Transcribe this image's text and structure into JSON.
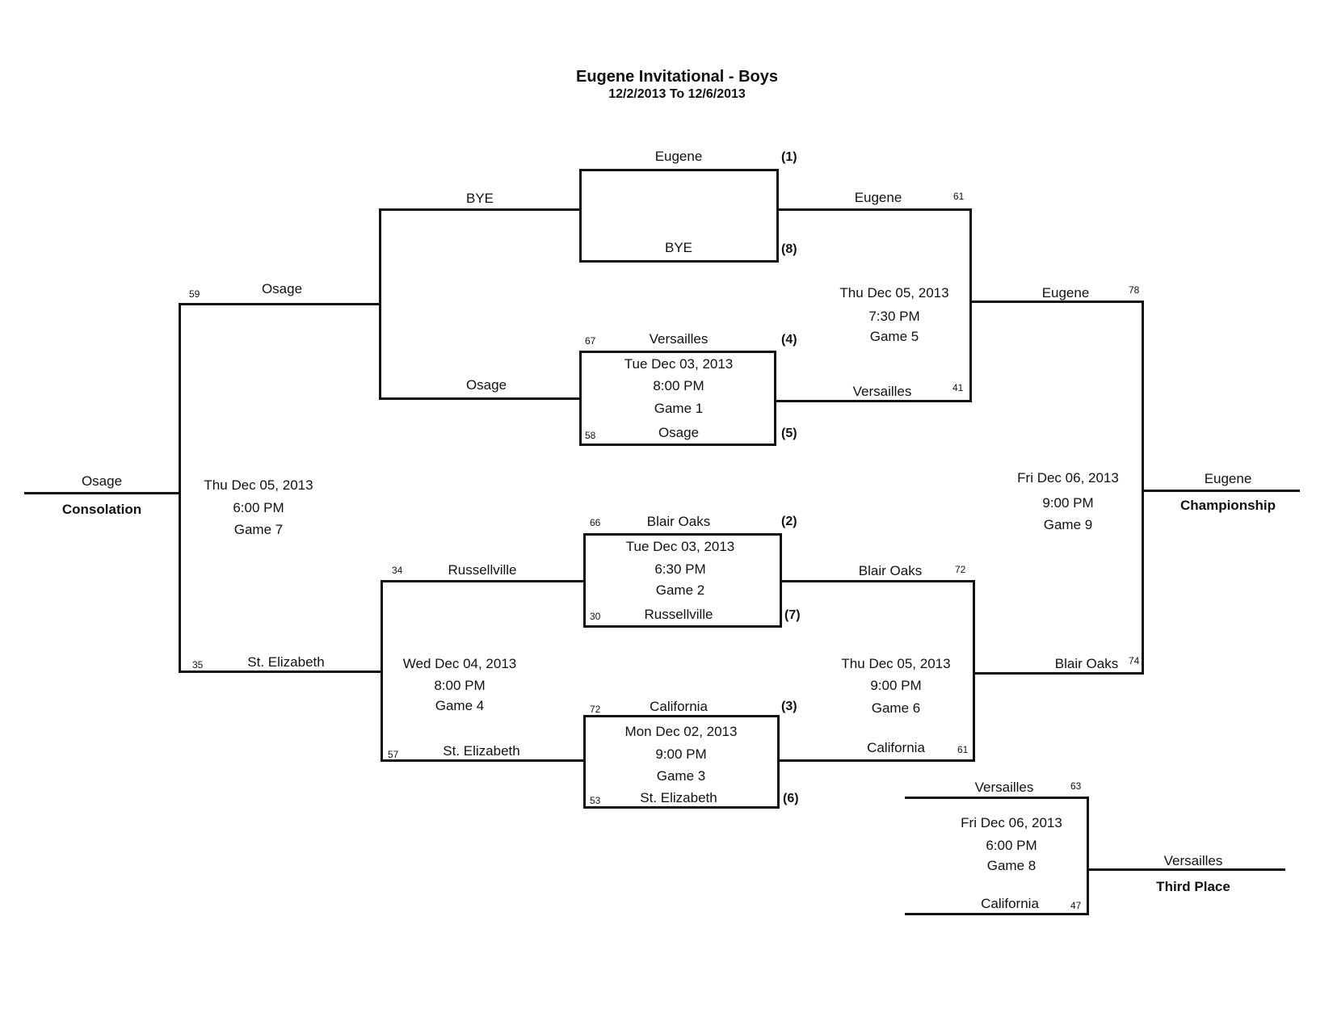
{
  "header": {
    "title": "Eugene Invitational - Boys",
    "dates": "12/2/2013 To 12/6/2013"
  },
  "seeds": {
    "s1": "(1)",
    "s8": "(8)",
    "s4": "(4)",
    "s5": "(5)",
    "s2": "(2)",
    "s7": "(7)",
    "s3": "(3)",
    "s6": "(6)"
  },
  "first_round": {
    "bye_top": "Eugene",
    "bye_bottom": "BYE",
    "g1": {
      "top_team": "Versailles",
      "top_score": "67",
      "date": "Tue Dec 03, 2013",
      "time": "8:00 PM",
      "game": "Game 1",
      "bottom_team": "Osage",
      "bottom_score": "58"
    },
    "g2": {
      "top_team": "Blair Oaks",
      "top_score": "66",
      "date": "Tue Dec 03, 2013",
      "time": "6:30 PM",
      "game": "Game 2",
      "bottom_team": "Russellville",
      "bottom_score": "30"
    },
    "g3": {
      "top_team": "California",
      "top_score": "72",
      "date": "Mon Dec 02, 2013",
      "time": "9:00 PM",
      "game": "Game 3",
      "bottom_team": "St. Elizabeth",
      "bottom_score": "53"
    }
  },
  "consolation_round1": {
    "top_team": "BYE",
    "bottom_team": "Osage",
    "g4": {
      "top_team": "Russellville",
      "top_score": "34",
      "date": "Wed Dec 04, 2013",
      "time": "8:00 PM",
      "game": "Game 4",
      "bottom_team": "St. Elizabeth",
      "bottom_score": "57"
    }
  },
  "game7": {
    "top_team": "Osage",
    "top_score": "59",
    "date": "Thu Dec 05, 2013",
    "time": "6:00 PM",
    "game": "Game 7",
    "bottom_team": "St. Elizabeth",
    "bottom_score": "35",
    "winner": "Osage",
    "label": "Consolation"
  },
  "game5": {
    "top_team": "Eugene",
    "top_score": "61",
    "date": "Thu Dec 05, 2013",
    "time": "7:30 PM",
    "game": "Game 5",
    "bottom_team": "Versailles",
    "bottom_score": "41"
  },
  "game6": {
    "top_team": "Blair Oaks",
    "top_score": "72",
    "date": "Thu Dec 05, 2013",
    "time": "9:00 PM",
    "game": "Game 6",
    "bottom_team": "California",
    "bottom_score": "61"
  },
  "game9": {
    "top_team": "Eugene",
    "top_score": "78",
    "date": "Fri Dec 06, 2013",
    "time": "9:00 PM",
    "game": "Game 9",
    "bottom_team": "Blair Oaks",
    "bottom_score": "74",
    "winner": "Eugene",
    "label": "Championship"
  },
  "game8": {
    "top_team": "Versailles",
    "top_score": "63",
    "date": "Fri Dec 06, 2013",
    "time": "6:00 PM",
    "game": "Game 8",
    "bottom_team": "California",
    "bottom_score": "47",
    "winner": "Versailles",
    "label": "Third Place"
  }
}
